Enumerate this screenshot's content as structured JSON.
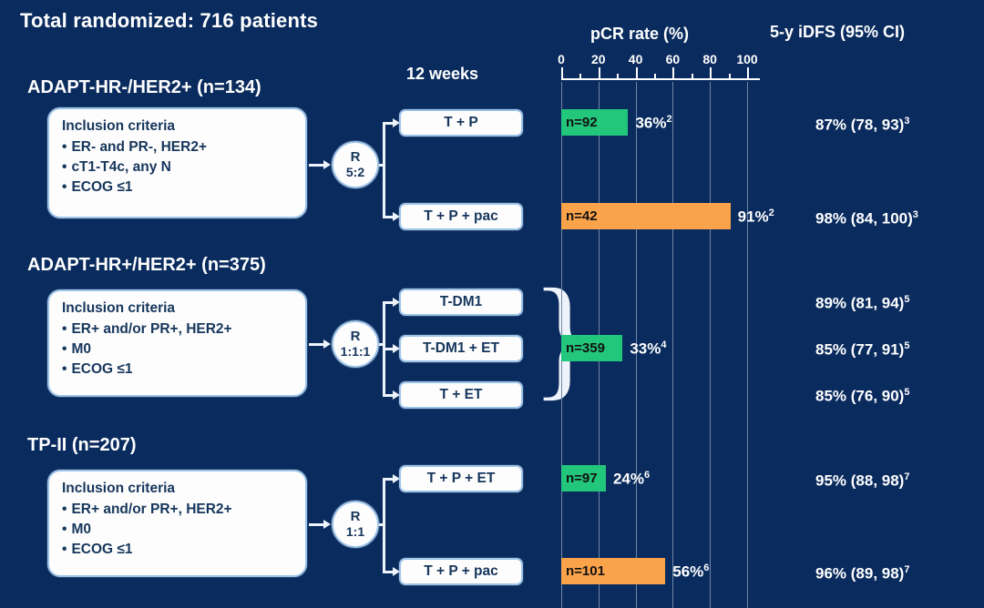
{
  "header": {
    "total_title": "Total randomized: 716 patients",
    "col_12weeks": "12 weeks",
    "col_pcr": "pCR rate (%)",
    "col_idfs": "5-y iDFS (95% CI)"
  },
  "colors": {
    "background": "#0a2b5e",
    "green_bar": "#22c77c",
    "orange_bar": "#fba34a",
    "box_fill": "#fdfdfd",
    "box_border": "#9cc3e8",
    "box_text": "#16365c",
    "gridline": "#6f86a8",
    "axis": "#ffffff",
    "text": "#ffffff"
  },
  "axis": {
    "label": "pCR rate (%)",
    "min": 0,
    "max": 100,
    "major_ticks": [
      0,
      20,
      40,
      60,
      80,
      100
    ],
    "minor_ticks": [
      10,
      30,
      50,
      70,
      90
    ],
    "tick_labels": [
      "0",
      "20",
      "40",
      "60",
      "80",
      "100"
    ]
  },
  "studies": [
    {
      "id": "adapt-hr-neg-her2-pos",
      "title": "ADAPT-HR-/HER2+ (n=134)",
      "criteria_title": "Inclusion criteria",
      "criteria": [
        "ER- and PR-, HER2+",
        "cT1-T4c, any N",
        "ECOG ≤1"
      ],
      "randomization": {
        "letter": "R",
        "ratio": "5:2"
      },
      "brace": false,
      "arms": [
        {
          "label": "T + P",
          "n": "n=92",
          "pcr_pct": 36,
          "pcr_label": "36%",
          "pcr_ref": "2",
          "bar_color": "green",
          "idfs": "87% (78, 93)",
          "idfs_ref": "3"
        },
        {
          "label": "T + P + pac",
          "n": "n=42",
          "pcr_pct": 91,
          "pcr_label": "91%",
          "pcr_ref": "2",
          "bar_color": "orange",
          "idfs": "98% (84, 100)",
          "idfs_ref": "3"
        }
      ]
    },
    {
      "id": "adapt-hr-pos-her2-pos",
      "title": "ADAPT-HR+/HER2+ (n=375)",
      "criteria_title": "Inclusion criteria",
      "criteria": [
        "ER+ and/or PR+, HER2+",
        "M0",
        "ECOG ≤1"
      ],
      "randomization": {
        "letter": "R",
        "ratio": "1:1:1"
      },
      "brace": true,
      "pooled_bar": {
        "n": "n=359",
        "pcr_pct": 33,
        "pcr_label": "33%",
        "pcr_ref": "4",
        "bar_color": "green"
      },
      "arms": [
        {
          "label": "T-DM1",
          "idfs": "89% (81, 94)",
          "idfs_ref": "5"
        },
        {
          "label": "T-DM1 + ET",
          "idfs": "85% (77, 91)",
          "idfs_ref": "5"
        },
        {
          "label": "T + ET",
          "idfs": "85% (76, 90)",
          "idfs_ref": "5"
        }
      ]
    },
    {
      "id": "tp-ii",
      "title": "TP-II (n=207)",
      "criteria_title": "Inclusion criteria",
      "criteria": [
        "ER+ and/or PR+, HER2+",
        "M0",
        "ECOG ≤1"
      ],
      "randomization": {
        "letter": "R",
        "ratio": "1:1"
      },
      "brace": false,
      "arms": [
        {
          "label": "T + P + ET",
          "n": "n=97",
          "pcr_pct": 24,
          "pcr_label": "24%",
          "pcr_ref": "6",
          "bar_color": "green",
          "idfs": "95% (88, 98)",
          "idfs_ref": "7"
        },
        {
          "label": "T + P + pac",
          "n": "n=101",
          "pcr_pct": 56,
          "pcr_label": "56%",
          "pcr_ref": "6",
          "bar_color": "orange",
          "idfs": "96% (89, 98)",
          "idfs_ref": "7"
        }
      ]
    }
  ],
  "chart_data": {
    "type": "bar",
    "title": "pCR rate (%)",
    "xlabel": "pCR rate (%)",
    "ylabel": "",
    "xlim": [
      0,
      100
    ],
    "grid": true,
    "orientation": "horizontal",
    "legend": "none",
    "categories": [
      "ADAPT-HR-/HER2+ : T + P",
      "ADAPT-HR-/HER2+ : T + P + pac",
      "ADAPT-HR+/HER2+ : T-DM1 / T-DM1+ET / T+ET (pooled)",
      "TP-II : T + P + ET",
      "TP-II : T + P + pac"
    ],
    "values": [
      36,
      91,
      33,
      24,
      56
    ],
    "bar_colors": [
      "#22c77c",
      "#fba34a",
      "#22c77c",
      "#22c77c",
      "#fba34a"
    ],
    "data_labels": [
      "36%",
      "91%",
      "33%",
      "24%",
      "56%"
    ],
    "bar_annotations": [
      "n=92",
      "n=42",
      "n=359",
      "n=97",
      "n=101"
    ],
    "footnote_refs": [
      "2",
      "2",
      "4",
      "6",
      "6"
    ],
    "secondary_series": {
      "name": "5-y iDFS (95% CI)",
      "entries": [
        {
          "arm": "T + P",
          "value": 87,
          "ci": [
            78,
            93
          ],
          "text": "87% (78, 93)",
          "ref": "3"
        },
        {
          "arm": "T + P + pac",
          "value": 98,
          "ci": [
            84,
            100
          ],
          "text": "98% (84, 100)",
          "ref": "3"
        },
        {
          "arm": "T-DM1",
          "value": 89,
          "ci": [
            81,
            94
          ],
          "text": "89% (81, 94)",
          "ref": "5"
        },
        {
          "arm": "T-DM1 + ET",
          "value": 85,
          "ci": [
            77,
            91
          ],
          "text": "85% (77, 91)",
          "ref": "5"
        },
        {
          "arm": "T + ET",
          "value": 85,
          "ci": [
            76,
            90
          ],
          "text": "85% (76, 90)",
          "ref": "5"
        },
        {
          "arm": "T + P + ET",
          "value": 95,
          "ci": [
            88,
            98
          ],
          "text": "95% (88, 98)",
          "ref": "7"
        },
        {
          "arm": "T + P + pac",
          "value": 96,
          "ci": [
            89,
            98
          ],
          "text": "96% (89, 98)",
          "ref": "7"
        }
      ]
    }
  }
}
